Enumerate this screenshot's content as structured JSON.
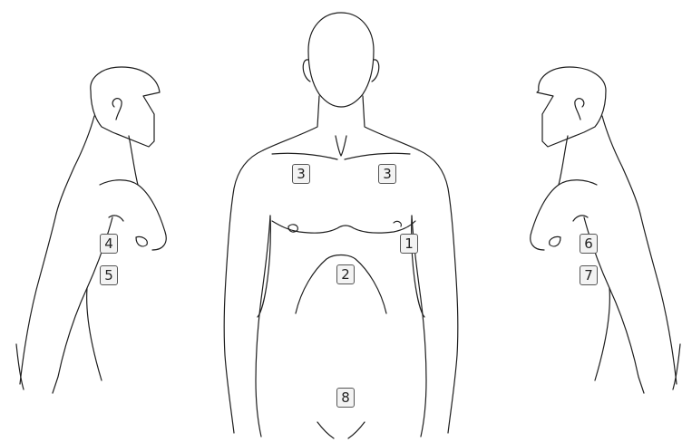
{
  "markers": [
    {
      "label": "3",
      "region": "left-clavicle"
    },
    {
      "label": "3",
      "region": "right-clavicle"
    },
    {
      "label": "1",
      "region": "chest-right-side"
    },
    {
      "label": "2",
      "region": "upper-abdomen"
    },
    {
      "label": "8",
      "region": "lower-abdomen"
    },
    {
      "label": "4",
      "region": "left-profile-chest"
    },
    {
      "label": "5",
      "region": "left-profile-ribs"
    },
    {
      "label": "6",
      "region": "right-profile-chest"
    },
    {
      "label": "7",
      "region": "right-profile-ribs"
    }
  ]
}
